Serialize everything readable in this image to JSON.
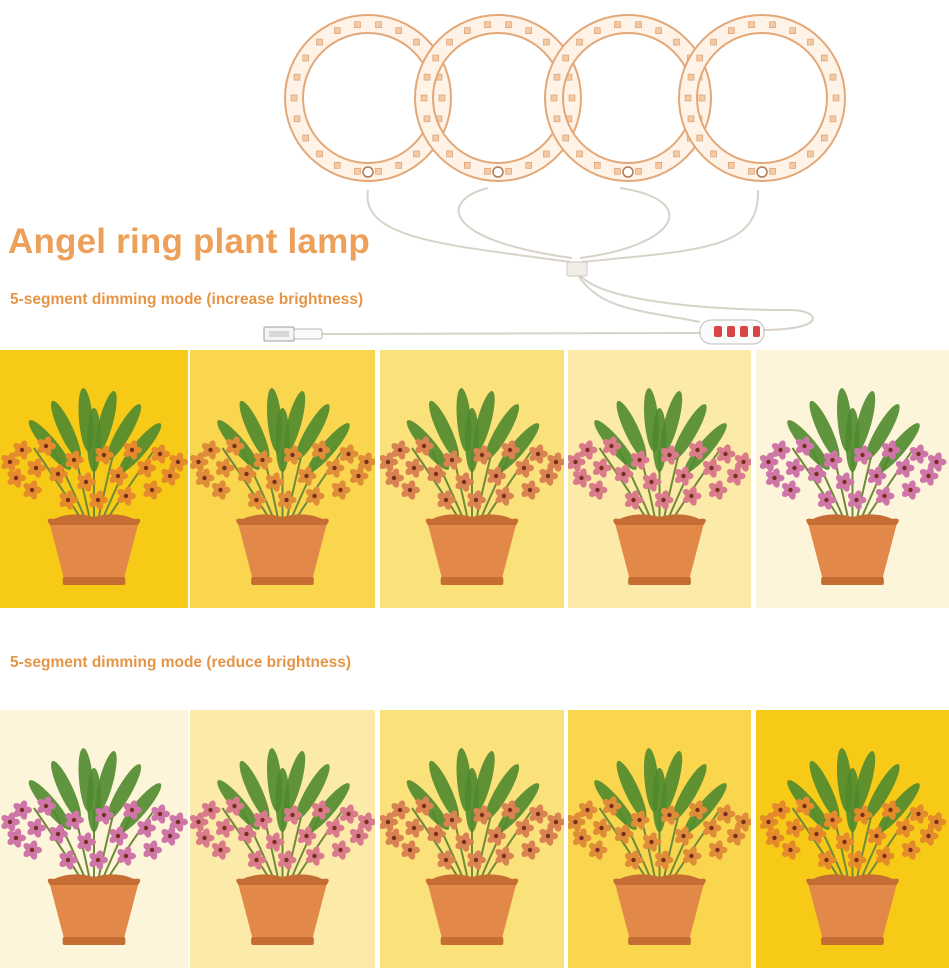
{
  "title": "Angel ring plant lamp",
  "increase": {
    "label": "5-segment dimming mode (increase brightness)",
    "panels": [
      {
        "bg": "#F7CA17",
        "petal": "#E58B2C"
      },
      {
        "bg": "#F9D64D",
        "petal": "#E08D3A"
      },
      {
        "bg": "#FBE17A",
        "petal": "#D98352"
      },
      {
        "bg": "#FCEBA8",
        "petal": "#D97B8A"
      },
      {
        "bg": "#FDF5D9",
        "petal": "#CF76A8"
      }
    ]
  },
  "reduce": {
    "label": "5-segment dimming mode (reduce brightness)",
    "panels": [
      {
        "bg": "#FDF5D9",
        "petal": "#CF76A8"
      },
      {
        "bg": "#FCEBA8",
        "petal": "#D97B8A"
      },
      {
        "bg": "#FBE17A",
        "petal": "#D98352"
      },
      {
        "bg": "#F9D64D",
        "petal": "#E08D3A"
      },
      {
        "bg": "#F7CA17",
        "petal": "#E58B2C"
      }
    ]
  },
  "colors": {
    "ring": "#E3A878",
    "ring_fill": "#FFF3E8",
    "led": "#F3C9A4",
    "pot": "#E2894A",
    "pot_dark": "#C56D32",
    "leaf": "#4F8A2E",
    "text": "#E69547"
  }
}
